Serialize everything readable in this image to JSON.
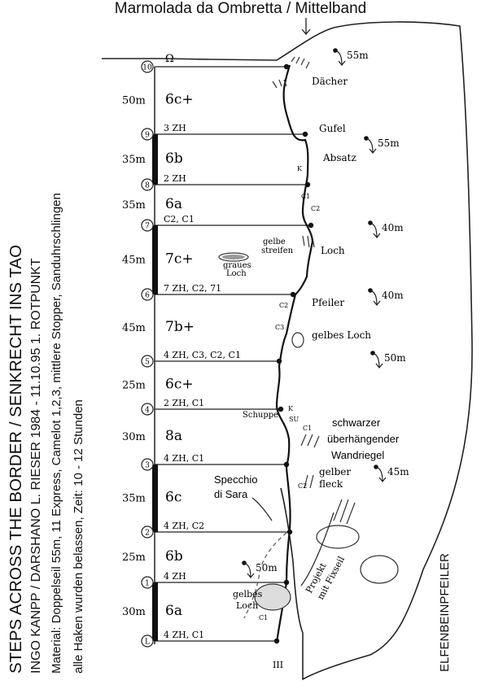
{
  "header": {
    "title": "Marmolada da Ombretta / Mittelband"
  },
  "side_text": {
    "route_title": "STEPS ACROSS THE BORDER / SENKRECHT INS TAO",
    "first_ascent": "INGO KANPP / DARSHANO L. RIESER 1984 - 11.10.95  1. ROTPUNKT",
    "material": "Material: Doppelseil 55m, 11 Express, Camelot 1,2,3, mittlere Stopper, Sanduhrschlingen",
    "notes": "alle Haken wurden belassen, Zeit: 10 - 12 Stunden",
    "pillar_name": "ELFENBEINPFEILER"
  },
  "stations": [
    {
      "num": "Ω"
    },
    {
      "num": "10"
    },
    {
      "num": "9"
    },
    {
      "num": "8"
    },
    {
      "num": "7"
    },
    {
      "num": "6"
    },
    {
      "num": "5"
    },
    {
      "num": "4"
    },
    {
      "num": "3"
    },
    {
      "num": "2"
    },
    {
      "num": "1"
    },
    {
      "num": "L"
    }
  ],
  "pitches": [
    {
      "length": "50m",
      "grade": "6c+",
      "gear": "3 ZH"
    },
    {
      "length": "35m",
      "grade": "6b",
      "gear": "2 ZH"
    },
    {
      "length": "35m",
      "grade": "6a",
      "gear": "C2, C1"
    },
    {
      "length": "45m",
      "grade": "7c+",
      "gear": "7 ZH, C2, 71"
    },
    {
      "length": "45m",
      "grade": "7b+",
      "gear": "4 ZH, C3, C2, C1"
    },
    {
      "length": "25m",
      "grade": "6c+",
      "gear": "2 ZH, C1"
    },
    {
      "length": "30m",
      "grade": "8a",
      "gear": "4 ZH, C1"
    },
    {
      "length": "35m",
      "grade": "6c",
      "gear": "4 ZH, C2"
    },
    {
      "length": "25m",
      "grade": "6b",
      "gear": "4 ZH"
    },
    {
      "length": "30m",
      "grade": "6a",
      "gear": "4 ZH, C1"
    }
  ],
  "rappels": [
    "55m",
    "55m",
    "40m",
    "40m",
    "50m",
    "45m",
    "50m"
  ],
  "topo_labels": {
    "daecher": "Dächer",
    "gufel": "Gufel",
    "absatz": "Absatz",
    "gelbe_streifen_1": "gelbe",
    "gelbe_streifen_2": "streifen",
    "loch": "Loch",
    "graues_loch_1": "graues",
    "graues_loch_2": "Loch",
    "pfeiler": "Pfeiler",
    "gelbes_loch": "gelbes Loch",
    "schuppe": "Schuppe",
    "schwarzer_1": "schwarzer",
    "schwarzer_2": "überhängender",
    "schwarzer_3": "Wandriegel",
    "gelber_fleck_1": "gelber",
    "gelber_fleck_2": "fleck",
    "specchio_1": "Specchio",
    "specchio_2": "di Sara",
    "projekt_1": "Projekt",
    "projekt_2": "mit Fixseil",
    "gelbes_loch_2_1": "gelbes",
    "gelbes_loch_2_2": "Loch",
    "bottom_mark": "III",
    "pro_k": "K",
    "pro_c1": "C1",
    "pro_c2": "C2",
    "pro_c3": "C3",
    "pro_su": "SU"
  }
}
